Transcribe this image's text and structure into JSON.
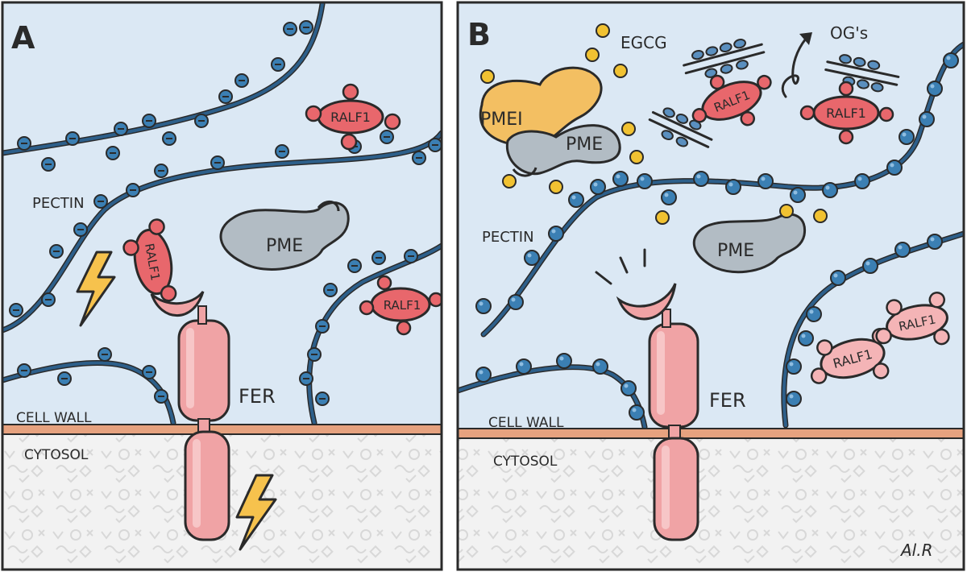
{
  "panels": {
    "a": {
      "letter": "A",
      "labels": {
        "pectin": "PECTIN",
        "cell_wall": "CELL WALL",
        "cytosol": "CYTOSOL",
        "fer": "FER",
        "pme": "PME",
        "ralf1": "RALF1"
      }
    },
    "b": {
      "letter": "B",
      "labels": {
        "pectin": "PECTIN",
        "cell_wall": "CELL WALL",
        "cytosol": "CYTOSOL",
        "fer": "FER",
        "pme": "PME",
        "pmei": "PMEI",
        "egcg": "EGCG",
        "ogs": "OG's",
        "ralf1": "RALF1"
      }
    }
  },
  "signature": "Al.R",
  "colors": {
    "background": "#dbe8f4",
    "outline": "#2a2a2a",
    "pectin": "#2d5f8a",
    "charge": "#3b7fb3",
    "fer": "#f0a3a5",
    "ralf1_active": "#e8676c",
    "ralf1_inactive": "#f4b4b6",
    "pme": "#b2bcc4",
    "pmei": "#f3bf62",
    "egcg": "#f1c232",
    "lightning": "#f6c24d",
    "membrane": "#e6a27f",
    "cytosol": "#f2f2f2"
  }
}
